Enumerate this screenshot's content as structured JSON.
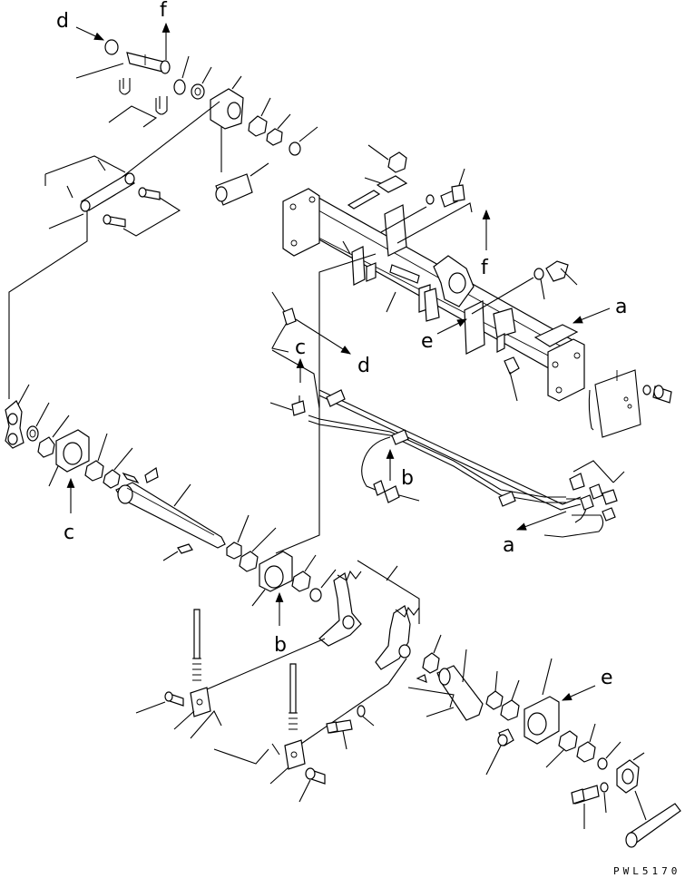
{
  "labels": {
    "d_top": "d",
    "f_top": "f",
    "f_right": "f",
    "a_right": "a",
    "e_right": "e",
    "c_mid": "c",
    "d_mid": "d",
    "b_mid": "b",
    "c_left": "c",
    "a_lower": "a",
    "b_lower": "b",
    "e_lower": "e"
  },
  "drawing_code": "PWL5170"
}
